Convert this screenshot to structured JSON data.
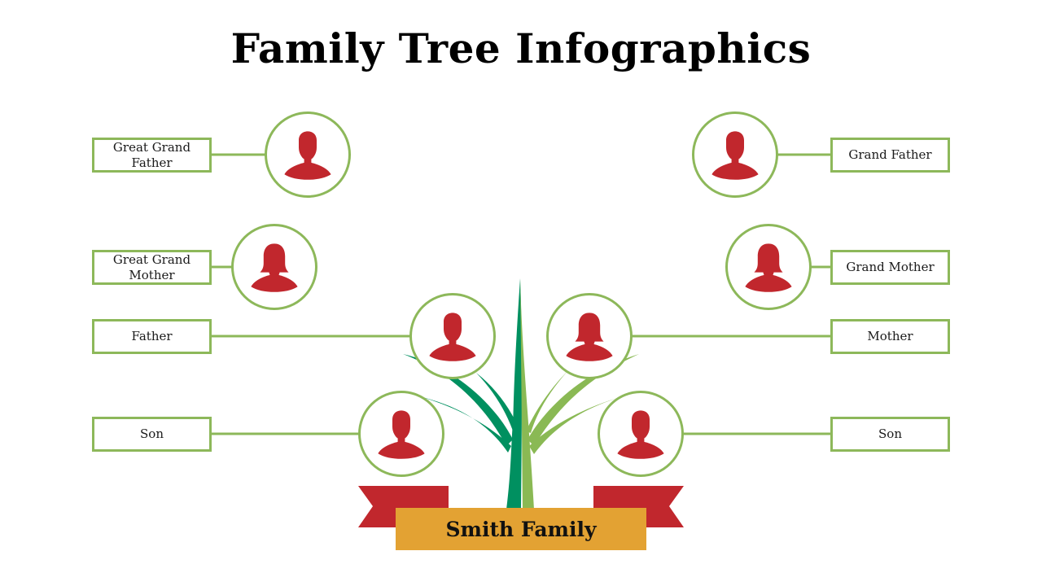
{
  "title": "Family Tree Infographics",
  "family_name": "Smith Family",
  "colors": {
    "accent_green": "#8db85a",
    "tree_dark_green": "#009060",
    "tree_light_green": "#8ab954",
    "avatar_red": "#c1272d",
    "ribbon_red": "#c1272d",
    "banner_gold": "#e3a233"
  },
  "members": {
    "great_grand_father": {
      "label": "Great Grand Father",
      "icon": "male-avatar-icon"
    },
    "great_grand_mother": {
      "label": "Great Grand Mother",
      "icon": "female-avatar-icon"
    },
    "father": {
      "label": "Father",
      "icon": "male-avatar-icon"
    },
    "son_left": {
      "label": "Son",
      "icon": "male-avatar-icon"
    },
    "grand_father": {
      "label": "Grand Father",
      "icon": "male-avatar-icon"
    },
    "grand_mother": {
      "label": "Grand Mother",
      "icon": "female-avatar-icon"
    },
    "mother": {
      "label": "Mother",
      "icon": "female-avatar-icon"
    },
    "son_right": {
      "label": "Son",
      "icon": "male-avatar-icon"
    }
  }
}
